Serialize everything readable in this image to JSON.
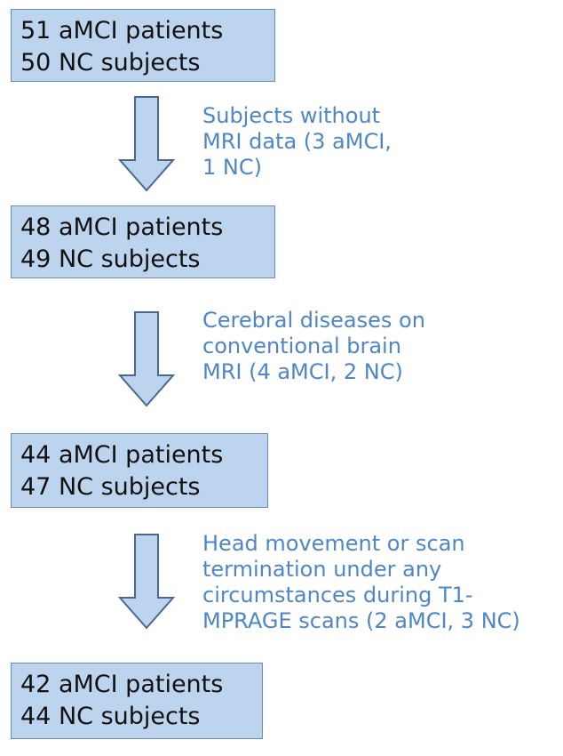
{
  "colors": {
    "box_fill": "#bdd4ee",
    "box_border": "#6a8cb8",
    "box_text": "#111111",
    "note_text": "#4f86c6",
    "arrow_fill": "#bdd4ee",
    "arrow_stroke": "#4a6890"
  },
  "steps": [
    {
      "line1": "51 aMCI patients",
      "line2": "50 NC subjects"
    },
    {
      "line1": "48 aMCI patients",
      "line2": "49 NC subjects"
    },
    {
      "line1": "44 aMCI patients",
      "line2": "47 NC subjects"
    },
    {
      "line1": "42 aMCI patients",
      "line2": "44 NC subjects"
    }
  ],
  "exclusions": [
    {
      "lines": [
        "Subjects without",
        "MRI data (3 aMCI,",
        "1 NC)"
      ]
    },
    {
      "lines": [
        "Cerebral diseases on",
        "conventional brain",
        "MRI (4 aMCI, 2 NC)"
      ]
    },
    {
      "lines": [
        "Head movement or scan",
        "termination under any",
        "circumstances during T1-",
        "MPRAGE scans (2 aMCI, 3 NC)"
      ]
    }
  ]
}
